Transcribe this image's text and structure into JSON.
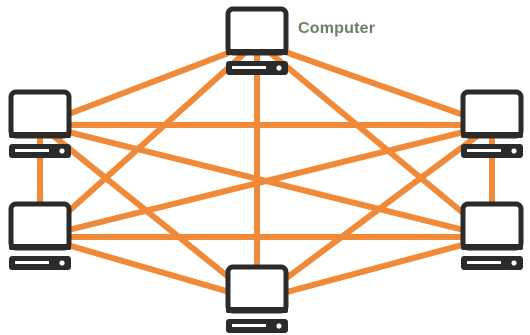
{
  "diagram": {
    "label": "Computer",
    "label_color": "#6d7f62",
    "link_color": "#f08a38",
    "device_color": "#2b2b2b",
    "node_icon": "computer-icon",
    "nodes": [
      {
        "id": "top",
        "name": "computer-top"
      },
      {
        "id": "upper-left",
        "name": "computer-upper-left"
      },
      {
        "id": "upper-right",
        "name": "computer-upper-right"
      },
      {
        "id": "lower-left",
        "name": "computer-lower-left"
      },
      {
        "id": "lower-right",
        "name": "computer-lower-right"
      },
      {
        "id": "bottom",
        "name": "computer-bottom"
      }
    ],
    "links": [
      [
        "top",
        "upper-left"
      ],
      [
        "top",
        "upper-right"
      ],
      [
        "top",
        "lower-left"
      ],
      [
        "top",
        "lower-right"
      ],
      [
        "top",
        "bottom"
      ],
      [
        "upper-left",
        "upper-right"
      ],
      [
        "upper-left",
        "lower-left"
      ],
      [
        "upper-left",
        "lower-right"
      ],
      [
        "upper-left",
        "bottom"
      ],
      [
        "upper-right",
        "lower-left"
      ],
      [
        "upper-right",
        "lower-right"
      ],
      [
        "upper-right",
        "bottom"
      ],
      [
        "lower-left",
        "lower-right"
      ],
      [
        "lower-left",
        "bottom"
      ],
      [
        "lower-right",
        "bottom"
      ]
    ]
  }
}
